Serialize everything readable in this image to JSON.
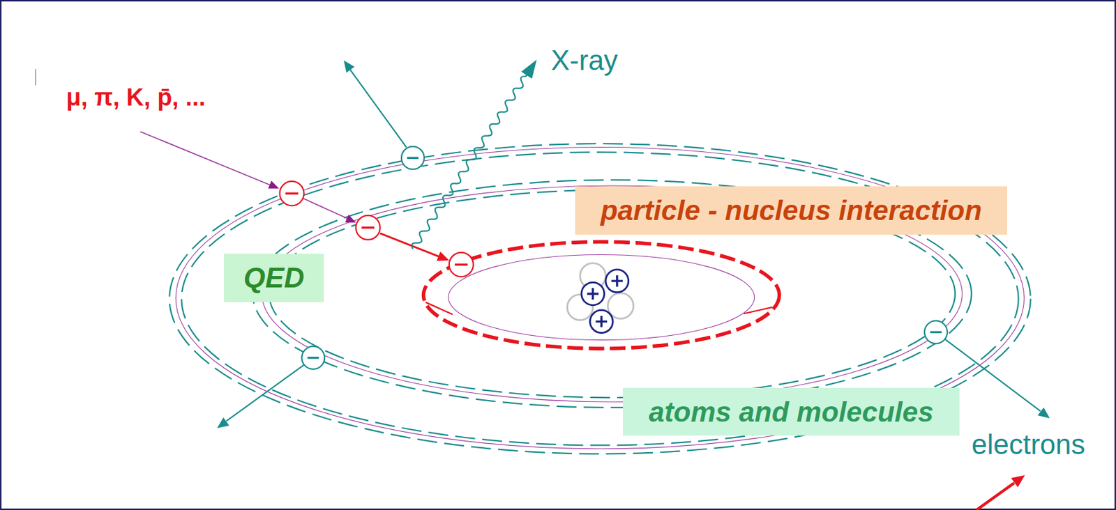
{
  "diagram": {
    "nodes": [
      {
        "text": [
          "particle - nucleus interaction"
        ]
      },
      {
        "text": [
          "QED"
        ]
      },
      {
        "text": [
          "atoms and molecules"
        ]
      }
    ],
    "labels": [
      "μ, π, K, p̄, ...",
      "X-ray",
      "electrons"
    ]
  }
}
